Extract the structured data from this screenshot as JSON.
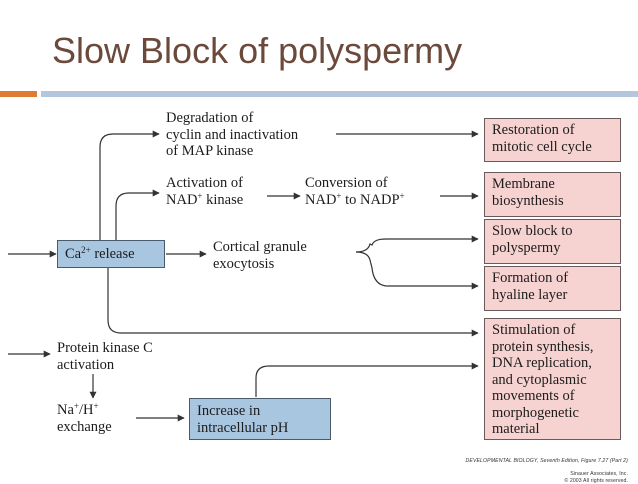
{
  "slide": {
    "title": "Slow Block of polyspermy",
    "accent_color": "#e07b35",
    "rule_color": "#b3c6dc",
    "title_color": "#6b4a3c"
  },
  "nodes": {
    "ca_release": {
      "text": "Ca",
      "sup": "2+",
      "rest": " release"
    },
    "degradation": {
      "lines": [
        "Degradation of",
        "cyclin and inactivation",
        "of MAP kinase"
      ]
    },
    "activation_nad": {
      "line1": "Activation of",
      "line2a": "NAD",
      "line2sup": "+",
      "line2b": " kinase"
    },
    "conversion": {
      "line1": "Conversion of",
      "a": "NAD",
      "asup": "+",
      "b": " to NADP",
      "bsup": "+"
    },
    "cortical": {
      "lines": [
        "Cortical granule",
        "exocytosis"
      ]
    },
    "pkc": {
      "lines": [
        "Protein kinase C",
        "activation"
      ]
    },
    "exchange": {
      "a": "Na",
      "asup": "+",
      "b": "/H",
      "bsup": "+",
      "line2": "exchange"
    },
    "increase_ph": {
      "lines": [
        "Increase in",
        "intracellular pH"
      ]
    }
  },
  "outcomes": {
    "restoration": {
      "lines": [
        "Restoration of",
        "mitotic cell cycle"
      ]
    },
    "membrane": {
      "lines": [
        "Membrane",
        "biosynthesis"
      ]
    },
    "slow_block": {
      "lines": [
        "Slow block to",
        "polyspermy"
      ]
    },
    "hyaline": {
      "lines": [
        "Formation of",
        "hyaline layer"
      ]
    },
    "stimulation": {
      "lines": [
        "Stimulation of",
        "protein synthesis,",
        "DNA replication,",
        "and cytoplasmic",
        "movements of",
        "morphogenetic",
        "material"
      ]
    }
  },
  "colors": {
    "outcome_fill": "#f6d3d1",
    "trigger_fill": "#a9c6e1",
    "arrow": "#333333"
  },
  "credit": {
    "line1": "DEVELOPMENTAL BIOLOGY, Seventh Edition, Figure 7.27 (Part 2)",
    "line1b": "Sinauer Associates, Inc.",
    "line2": "© 2003 All rights reserved."
  }
}
